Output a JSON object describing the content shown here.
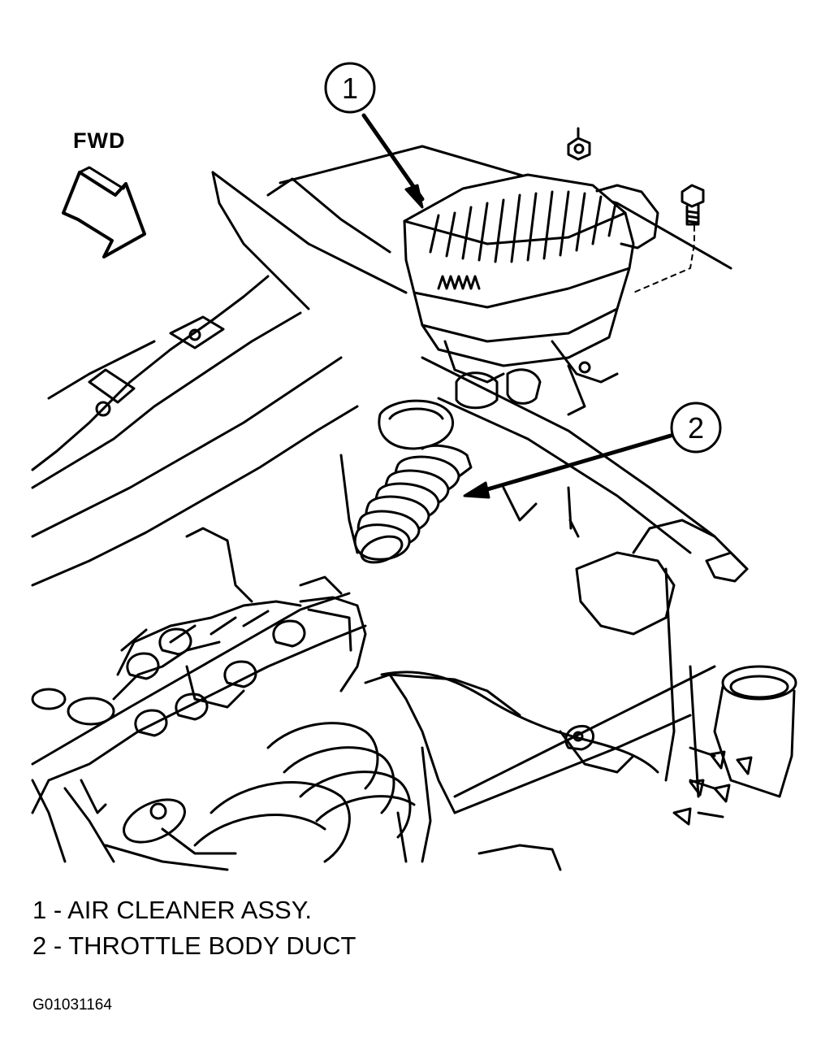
{
  "direction_label": "FWD",
  "callouts": [
    {
      "number": "1",
      "part": "AIR CLEANER ASSY."
    },
    {
      "number": "2",
      "part": "THROTTLE BODY DUCT"
    }
  ],
  "legend": [
    "1 - AIR CLEANER ASSY.",
    "2 - THROTTLE BODY DUCT"
  ],
  "figure_id": "G01031164"
}
